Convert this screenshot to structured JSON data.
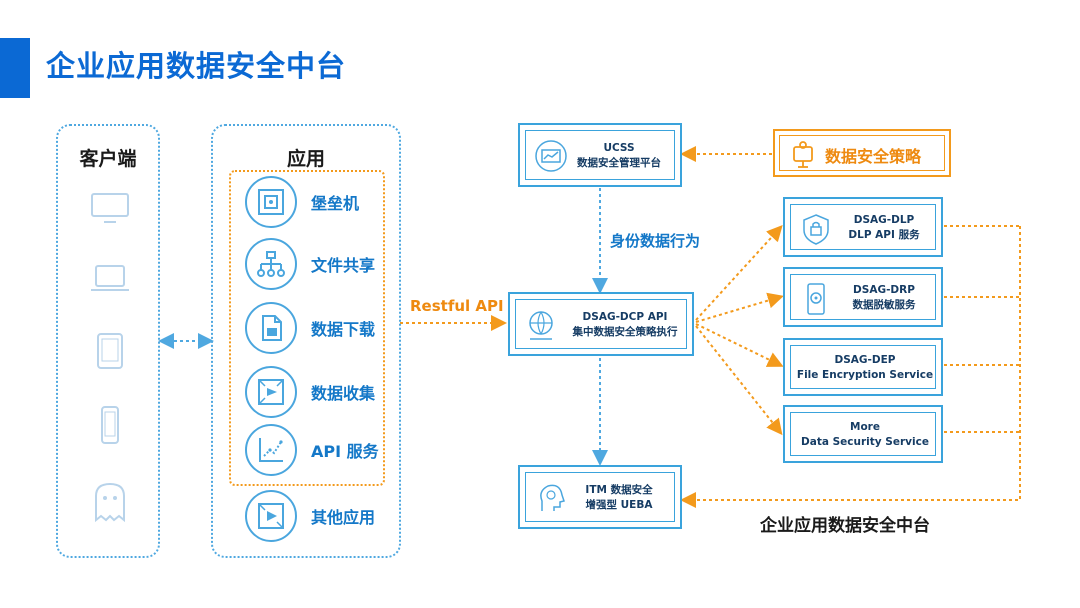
{
  "page": {
    "title": "企业应用数据安全中台"
  },
  "clients": {
    "heading": "客户端",
    "devices": [
      "monitor-icon",
      "laptop-icon",
      "tablet-icon",
      "phone-icon",
      "ghost-icon"
    ]
  },
  "apps": {
    "heading": "应用",
    "items": [
      {
        "label": "堡垒机",
        "icon": "fortress-icon"
      },
      {
        "label": "文件共享",
        "icon": "share-network-icon"
      },
      {
        "label": "数据下载",
        "icon": "download-file-icon"
      },
      {
        "label": "数据收集",
        "icon": "collect-icon"
      },
      {
        "label": "API 服务",
        "icon": "api-chart-icon"
      }
    ],
    "other": {
      "label": "其他应用",
      "icon": "other-app-icon"
    }
  },
  "flow": {
    "restful": "Restful API",
    "identity": "身份数据行为"
  },
  "nodes": {
    "ucss": {
      "line1": "UCSS",
      "line2": "数据安全管理平台"
    },
    "policy": {
      "label": "数据安全策略"
    },
    "dcp": {
      "line1": "DSAG-DCP API",
      "line2": "集中数据安全策略执行"
    },
    "itm": {
      "line1": "ITM 数据安全",
      "line2": "增强型 UEBA"
    }
  },
  "services": [
    {
      "line1": "DSAG-DLP",
      "line2": "DLP API 服务"
    },
    {
      "line1": "DSAG-DRP",
      "line2": "数据脱敏服务"
    },
    {
      "line1": "DSAG-DEP",
      "line2": "File Encryption Service"
    },
    {
      "line1": "More",
      "line2": "Data Security Service"
    }
  ],
  "footer": {
    "caption": "企业应用数据安全中台"
  },
  "colors": {
    "blue": "#0b69d4",
    "accent_blue": "#3aa3dc",
    "orange": "#f39a1c"
  }
}
